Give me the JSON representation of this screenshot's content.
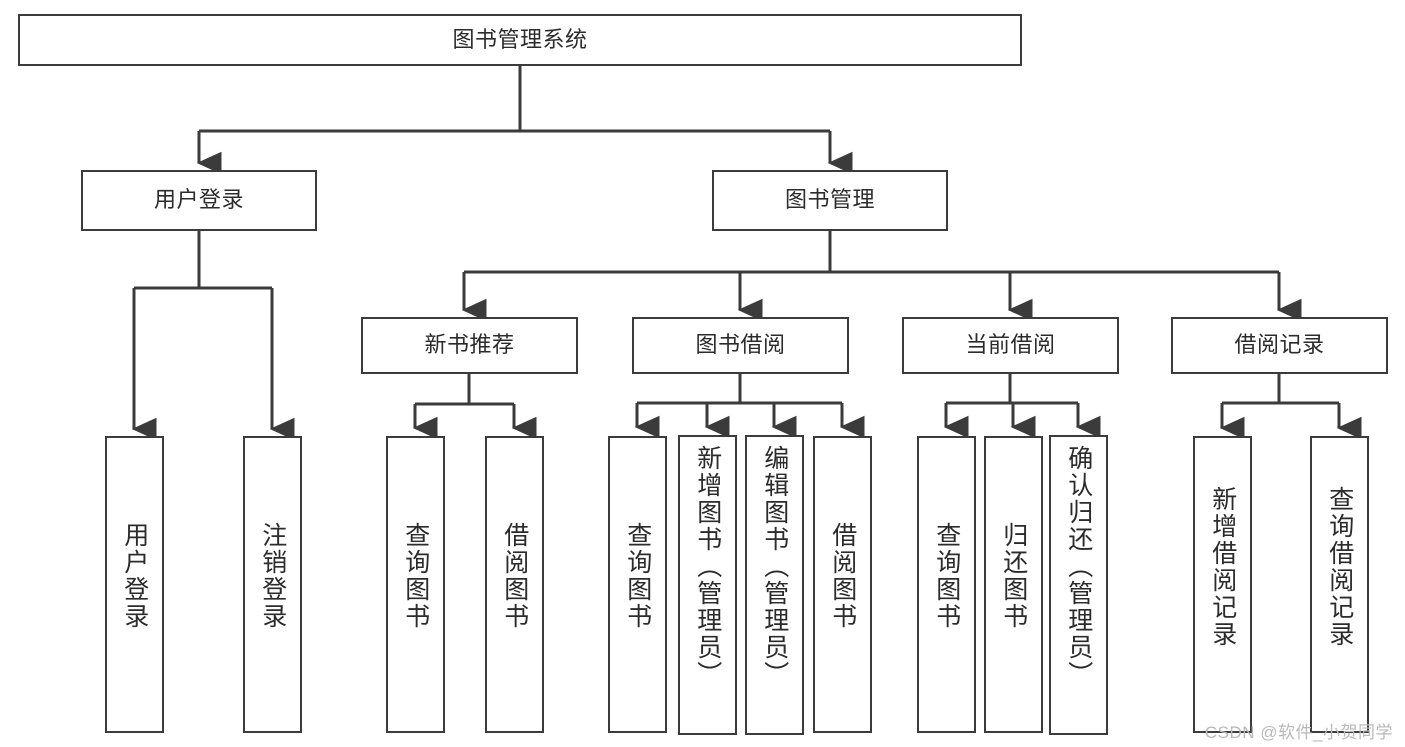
{
  "diagram": {
    "type": "tree",
    "title": "图书管理系统",
    "orientation": "top-down",
    "root": {
      "label": "图书管理系统",
      "id": "root"
    },
    "level2": [
      {
        "id": "user-login",
        "label": "用户登录"
      },
      {
        "id": "book-manage",
        "label": "图书管理"
      }
    ],
    "level3": [
      {
        "id": "new-book-recommend",
        "label": "新书推荐",
        "parent": "book-manage"
      },
      {
        "id": "book-borrow",
        "label": "图书借阅",
        "parent": "book-manage"
      },
      {
        "id": "current-borrow",
        "label": "当前借阅",
        "parent": "book-manage"
      },
      {
        "id": "borrow-record",
        "label": "借阅记录",
        "parent": "book-manage"
      }
    ],
    "leaves": [
      {
        "id": "leaf-user-login",
        "label": "用户登录",
        "parent": "user-login"
      },
      {
        "id": "leaf-logout",
        "label": "注销登录",
        "parent": "user-login"
      },
      {
        "id": "leaf-query-book-1",
        "label": "查询图书",
        "parent": "new-book-recommend"
      },
      {
        "id": "leaf-borrow-book-1",
        "label": "借阅图书",
        "parent": "new-book-recommend"
      },
      {
        "id": "leaf-query-book-2",
        "label": "查询图书",
        "parent": "book-borrow"
      },
      {
        "id": "leaf-add-book",
        "label": "新增图书（管理员）",
        "parent": "book-borrow"
      },
      {
        "id": "leaf-edit-book",
        "label": "编辑图书（管理员）",
        "parent": "book-borrow"
      },
      {
        "id": "leaf-borrow-book-2",
        "label": "借阅图书",
        "parent": "book-borrow"
      },
      {
        "id": "leaf-query-book-3",
        "label": "查询图书",
        "parent": "current-borrow"
      },
      {
        "id": "leaf-return-book",
        "label": "归还图书",
        "parent": "current-borrow"
      },
      {
        "id": "leaf-confirm-return",
        "label": "确认归还（管理员）",
        "parent": "current-borrow"
      },
      {
        "id": "leaf-add-record",
        "label": "新增借阅记录",
        "parent": "borrow-record"
      },
      {
        "id": "leaf-query-record",
        "label": "查询借阅记录",
        "parent": "borrow-record"
      }
    ],
    "colors": {
      "box_border": "#3b3b3b",
      "box_fill": "#ffffff",
      "connector": "#3b3b3b",
      "text": "#2b2b2b",
      "watermark": "#b9b9b9"
    }
  },
  "watermark": {
    "text": "CSDN @软件_小贺同学"
  }
}
